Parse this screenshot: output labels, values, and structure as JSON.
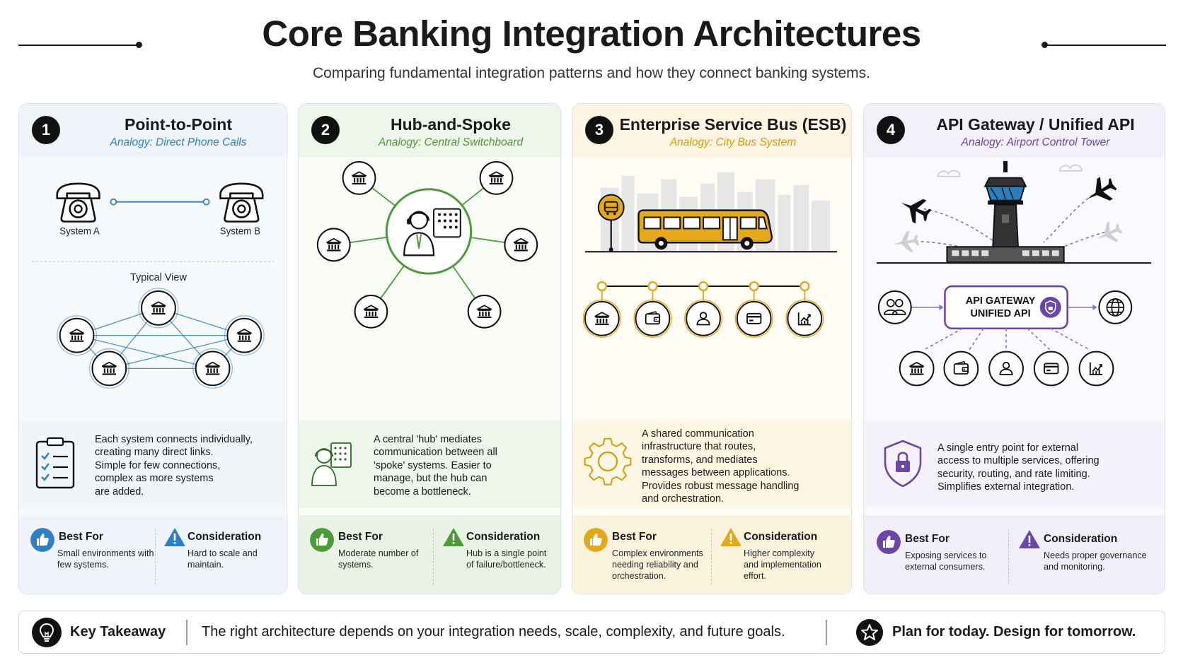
{
  "header": {
    "title": "Core Banking Integration Architectures",
    "subtitle": "Comparing fundamental integration patterns and how they connect banking systems."
  },
  "colors": {
    "point_to_point": "#2f7fc1",
    "hub_and_spoke": "#4d9a3a",
    "esb": "#e3a81c",
    "api_gateway": "#6b45a8"
  },
  "cards": [
    {
      "number": "1",
      "title": "Point-to-Point",
      "analogy": "Analogy: Direct Phone Calls",
      "labels": {
        "system_a": "System A",
        "system_b": "System B",
        "typical_view": "Typical View"
      },
      "description": [
        "Each system connects individually,",
        "creating many direct links.",
        "Simple for few connections,",
        "complex as more systems",
        "are added."
      ],
      "best_for_label": "Best For",
      "best_for_text": [
        "Small environments with",
        "few systems."
      ],
      "consideration_label": "Consideration",
      "consideration_text": [
        "Hard to scale and",
        "maintain."
      ]
    },
    {
      "number": "2",
      "title": "Hub-and-Spoke",
      "analogy": "Analogy: Central Switchboard",
      "description": [
        "A central 'hub' mediates",
        "communication between all",
        "'spoke' systems. Easier to",
        "manage, but the hub can",
        "become a bottleneck."
      ],
      "best_for_label": "Best For",
      "best_for_text": [
        "Moderate number of",
        "systems."
      ],
      "consideration_label": "Consideration",
      "consideration_text": [
        "Hub is a single point",
        "of failure/bottleneck."
      ]
    },
    {
      "number": "3",
      "title": "Enterprise Service Bus (ESB)",
      "analogy": "Analogy: City Bus System",
      "description": [
        "A shared communication",
        "infrastructure that routes,",
        "transforms, and mediates",
        "messages between applications.",
        "Provides robust message handling",
        "and orchestration."
      ],
      "best_for_label": "Best For",
      "best_for_text": [
        "Complex environments",
        "needing reliability and",
        "orchestration."
      ],
      "consideration_label": "Consideration",
      "consideration_text": [
        "Higher complexity",
        "and implementation",
        "effort."
      ]
    },
    {
      "number": "4",
      "title": "API Gateway / Unified API",
      "analogy": "Analogy: Airport Control Tower",
      "gateway_label": [
        "API GATEWAY",
        "UNIFIED API"
      ],
      "description": [
        "A single entry point for external",
        "access to multiple services, offering",
        "security, routing, and rate limiting.",
        "Simplifies external integration."
      ],
      "best_for_label": "Best For",
      "best_for_text": [
        "Exposing services to",
        "external consumers."
      ],
      "consideration_label": "Consideration",
      "consideration_text": [
        "Needs proper governance",
        "and monitoring."
      ]
    }
  ],
  "footer": {
    "label": "Key Takeaway",
    "text": "The right architecture depends on your integration needs, scale, complexity, and future goals.",
    "motto": "Plan for today. Design for tomorrow."
  },
  "icons": [
    "lightbulb-icon",
    "star-icon",
    "bank-icon",
    "telephone-icon",
    "operator-icon",
    "bus-icon",
    "bus-stop-icon",
    "wallet-icon",
    "user-icon",
    "credit-card-icon",
    "chart-icon",
    "gear-icon",
    "shield-lock-icon",
    "users-icon",
    "globe-icon",
    "airplane-icon",
    "control-tower-icon",
    "checklist-icon",
    "thumbs-up-icon",
    "warning-icon"
  ]
}
